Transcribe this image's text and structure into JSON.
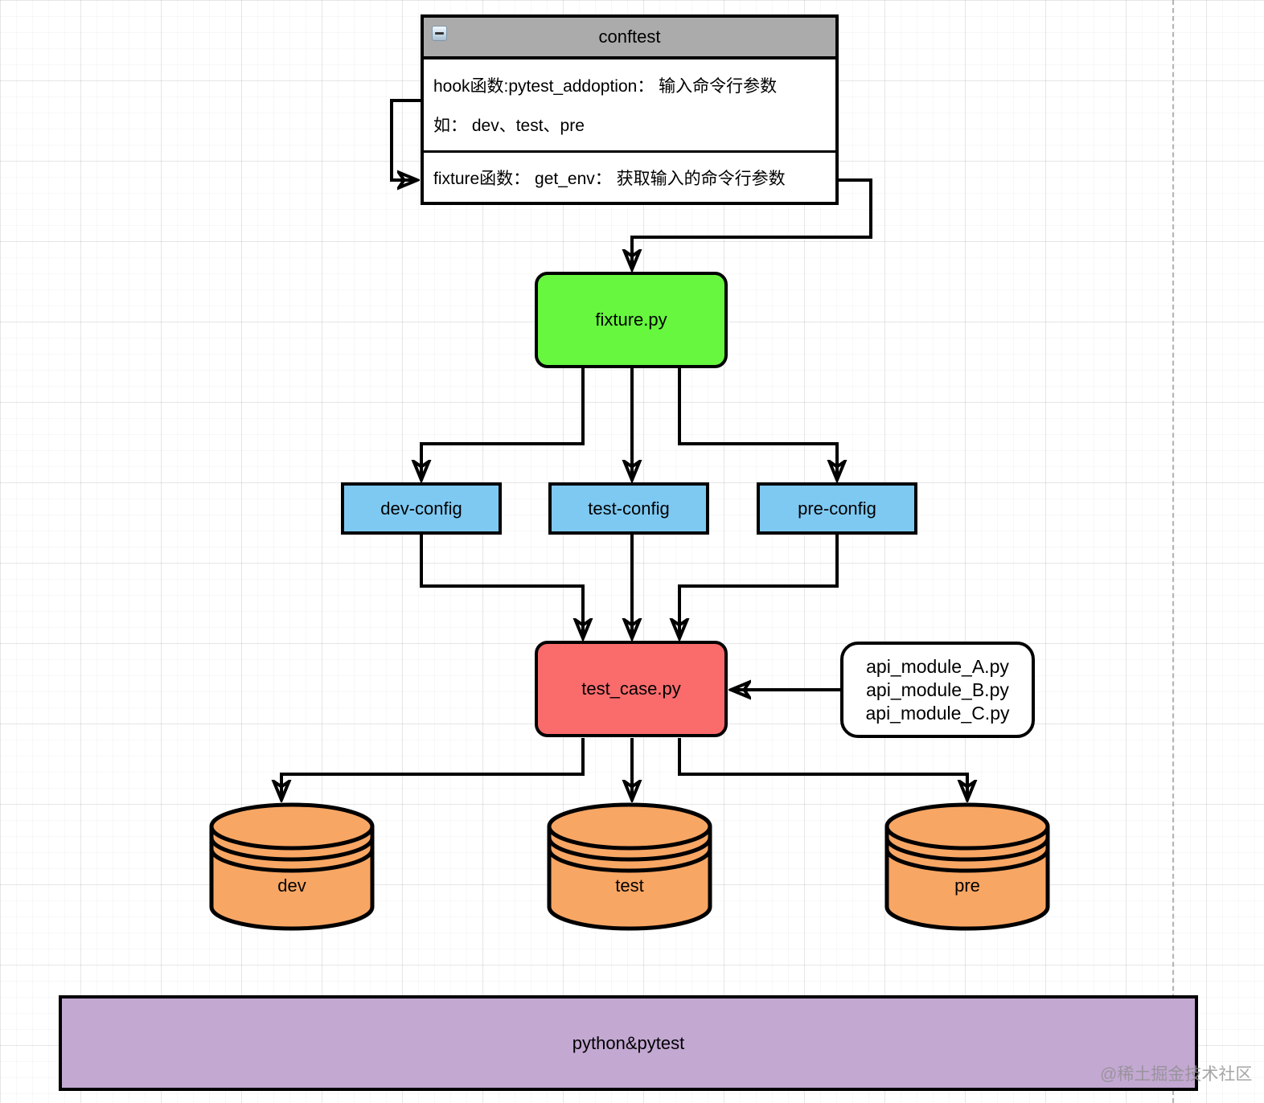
{
  "conftest": {
    "title": "conftest",
    "rows": {
      "hook": "hook函数:pytest_addoption： 输入命令行参数",
      "example": "如： dev、test、pre",
      "fixture": "fixture函数： get_env： 获取输入的命令行参数"
    }
  },
  "nodes": {
    "fixture": "fixture.py",
    "dev_config": "dev-config",
    "test_config": "test-config",
    "pre_config": "pre-config",
    "test_case": "test_case.py",
    "api_modules": [
      "api_module_A.py",
      "api_module_B.py",
      "api_module_C.py"
    ],
    "db_dev": "dev",
    "db_test": "test",
    "db_pre": "pre",
    "platform": "python&pytest"
  },
  "watermark": "@稀土掘金技术社区",
  "colors": {
    "header_gray": "#ababab",
    "node_green": "#66f73e",
    "node_blue": "#7ec9f2",
    "node_red": "#fa6b6c",
    "node_orange": "#f8a664",
    "node_purple": "#c3a8d2",
    "stroke_black": "#000000"
  }
}
